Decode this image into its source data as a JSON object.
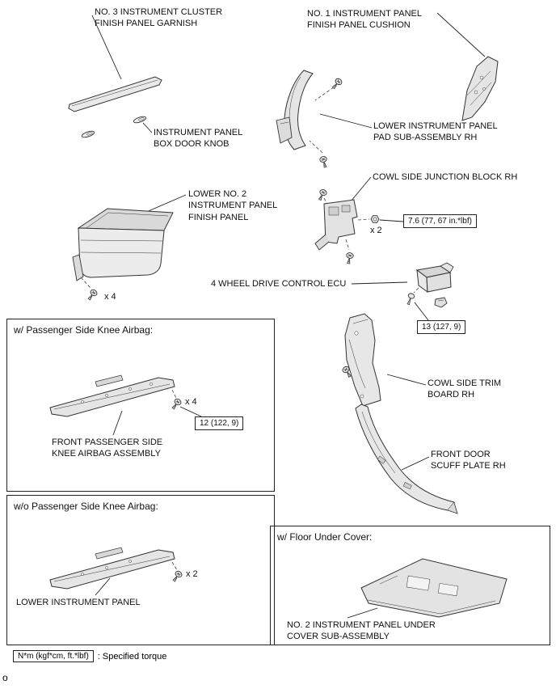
{
  "callouts": {
    "garnish": "NO. 3 INSTRUMENT CLUSTER\nFINISH PANEL GARNISH",
    "cushion": "NO. 1 INSTRUMENT PANEL\nFINISH PANEL CUSHION",
    "knob": "INSTRUMENT PANEL\nBOX DOOR KNOB",
    "pad": "LOWER INSTRUMENT PANEL\nPAD SUB-ASSEMBLY RH",
    "junction_block": "COWL SIDE JUNCTION BLOCK RH",
    "lower_no2_panel": "LOWER NO. 2\nINSTRUMENT PANEL\nFINISH PANEL",
    "fwd_ecu": "4 WHEEL DRIVE CONTROL ECU",
    "knee_airbag": "FRONT PASSENGER SIDE\nKNEE AIRBAG ASSEMBLY",
    "cowl_trim_board": "COWL SIDE TRIM\nBOARD RH",
    "scuff_plate": "FRONT DOOR\nSCUFF PLATE RH",
    "lower_inst_panel": "LOWER INSTRUMENT PANEL",
    "under_cover": "NO. 2 INSTRUMENT PANEL UNDER\nCOVER SUB-ASSEMBLY"
  },
  "sections": {
    "with_knee_airbag": "w/ Passenger Side Knee Airbag:",
    "without_knee_airbag": "w/o Passenger Side Knee Airbag:",
    "with_floor_cover": "w/ Floor Under Cover:"
  },
  "quantities": {
    "junction_block": "x 2",
    "glovebox": "x 4",
    "knee_airbag": "x 4",
    "lower_panel": "x 2"
  },
  "torques": {
    "junction_block": "7.6 (77, 67 in.*lbf)",
    "ecu": "13 (127, 9)",
    "knee_airbag": "12 (122, 9)"
  },
  "legend": {
    "unit": "N*m (kgf*cm, ft.*lbf)",
    "meaning": ": Specified torque"
  },
  "footer": "o",
  "colors": {
    "line": "#222222",
    "part_fill": "#e6e6e6"
  }
}
